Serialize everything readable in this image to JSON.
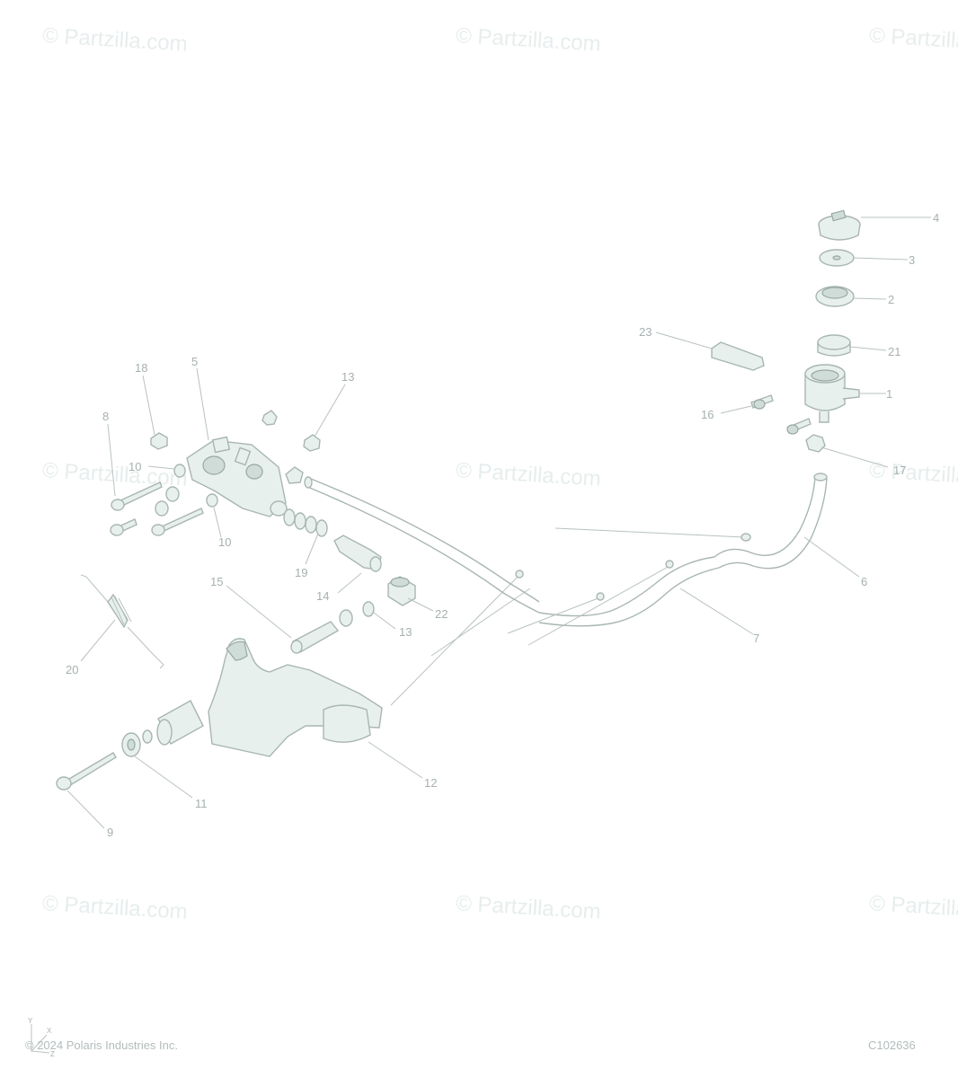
{
  "watermark": "© Partzilla.com",
  "copyright": "© 2024 Polaris Industries Inc.",
  "diagram_code": "C102636",
  "axis": {
    "y": "Y",
    "x": "X",
    "z": "Z"
  },
  "callouts": [
    "1",
    "2",
    "3",
    "4",
    "5",
    "6",
    "7",
    "8",
    "9",
    "10",
    "10",
    "11",
    "12",
    "13",
    "13",
    "14",
    "15",
    "16",
    "17",
    "18",
    "19",
    "20",
    "21",
    "22",
    "23"
  ]
}
